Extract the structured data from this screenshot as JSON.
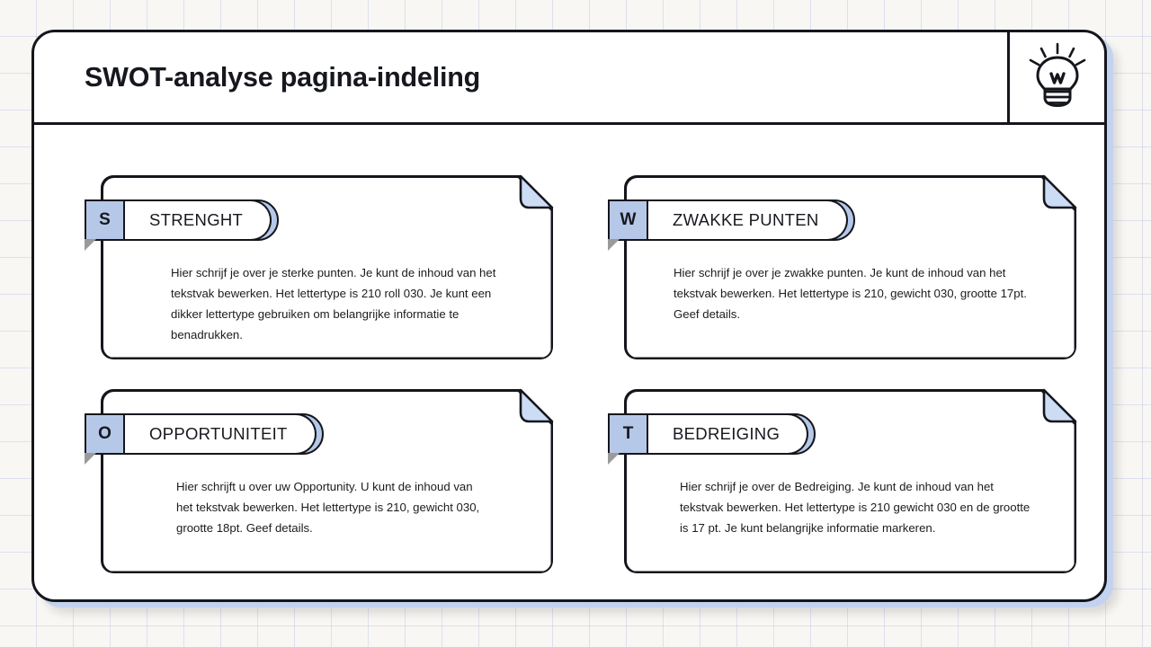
{
  "header": {
    "title": "SWOT-analyse pagina-indeling",
    "icon": "lightbulb-icon"
  },
  "theme": {
    "accent_blue": "#b6c8e8",
    "outline": "#14161c",
    "slide_background": "#ffffff",
    "page_background": "#f8f7f4",
    "grid_line": "#7882dc"
  },
  "cards": [
    {
      "letter": "S",
      "title": "STRENGHT",
      "body": "Hier schrijf je over je sterke punten. Je kunt de inhoud van het tekstvak bewerken. Het lettertype is 210 roll 030. Je kunt een dikker lettertype gebruiken om belangrijke informatie te benadrukken."
    },
    {
      "letter": "W",
      "title": "ZWAKKE PUNTEN",
      "body": "Hier schrijf je over je zwakke punten. Je kunt de inhoud van het tekstvak bewerken. Het lettertype is 210, gewicht 030, grootte 17pt. Geef details."
    },
    {
      "letter": "O",
      "title": "OPPORTUNITEIT",
      "body": "Hier schrijft u over uw Opportunity. U kunt de inhoud van het tekstvak bewerken. Het lettertype is 210, gewicht 030, grootte 18pt. Geef details."
    },
    {
      "letter": "T",
      "title": "BEDREIGING",
      "body": "Hier schrijf je over de Bedreiging. Je kunt de inhoud van het tekstvak bewerken. Het lettertype is 210 gewicht 030 en de grootte is 17 pt. Je kunt belangrijke informatie markeren."
    }
  ]
}
